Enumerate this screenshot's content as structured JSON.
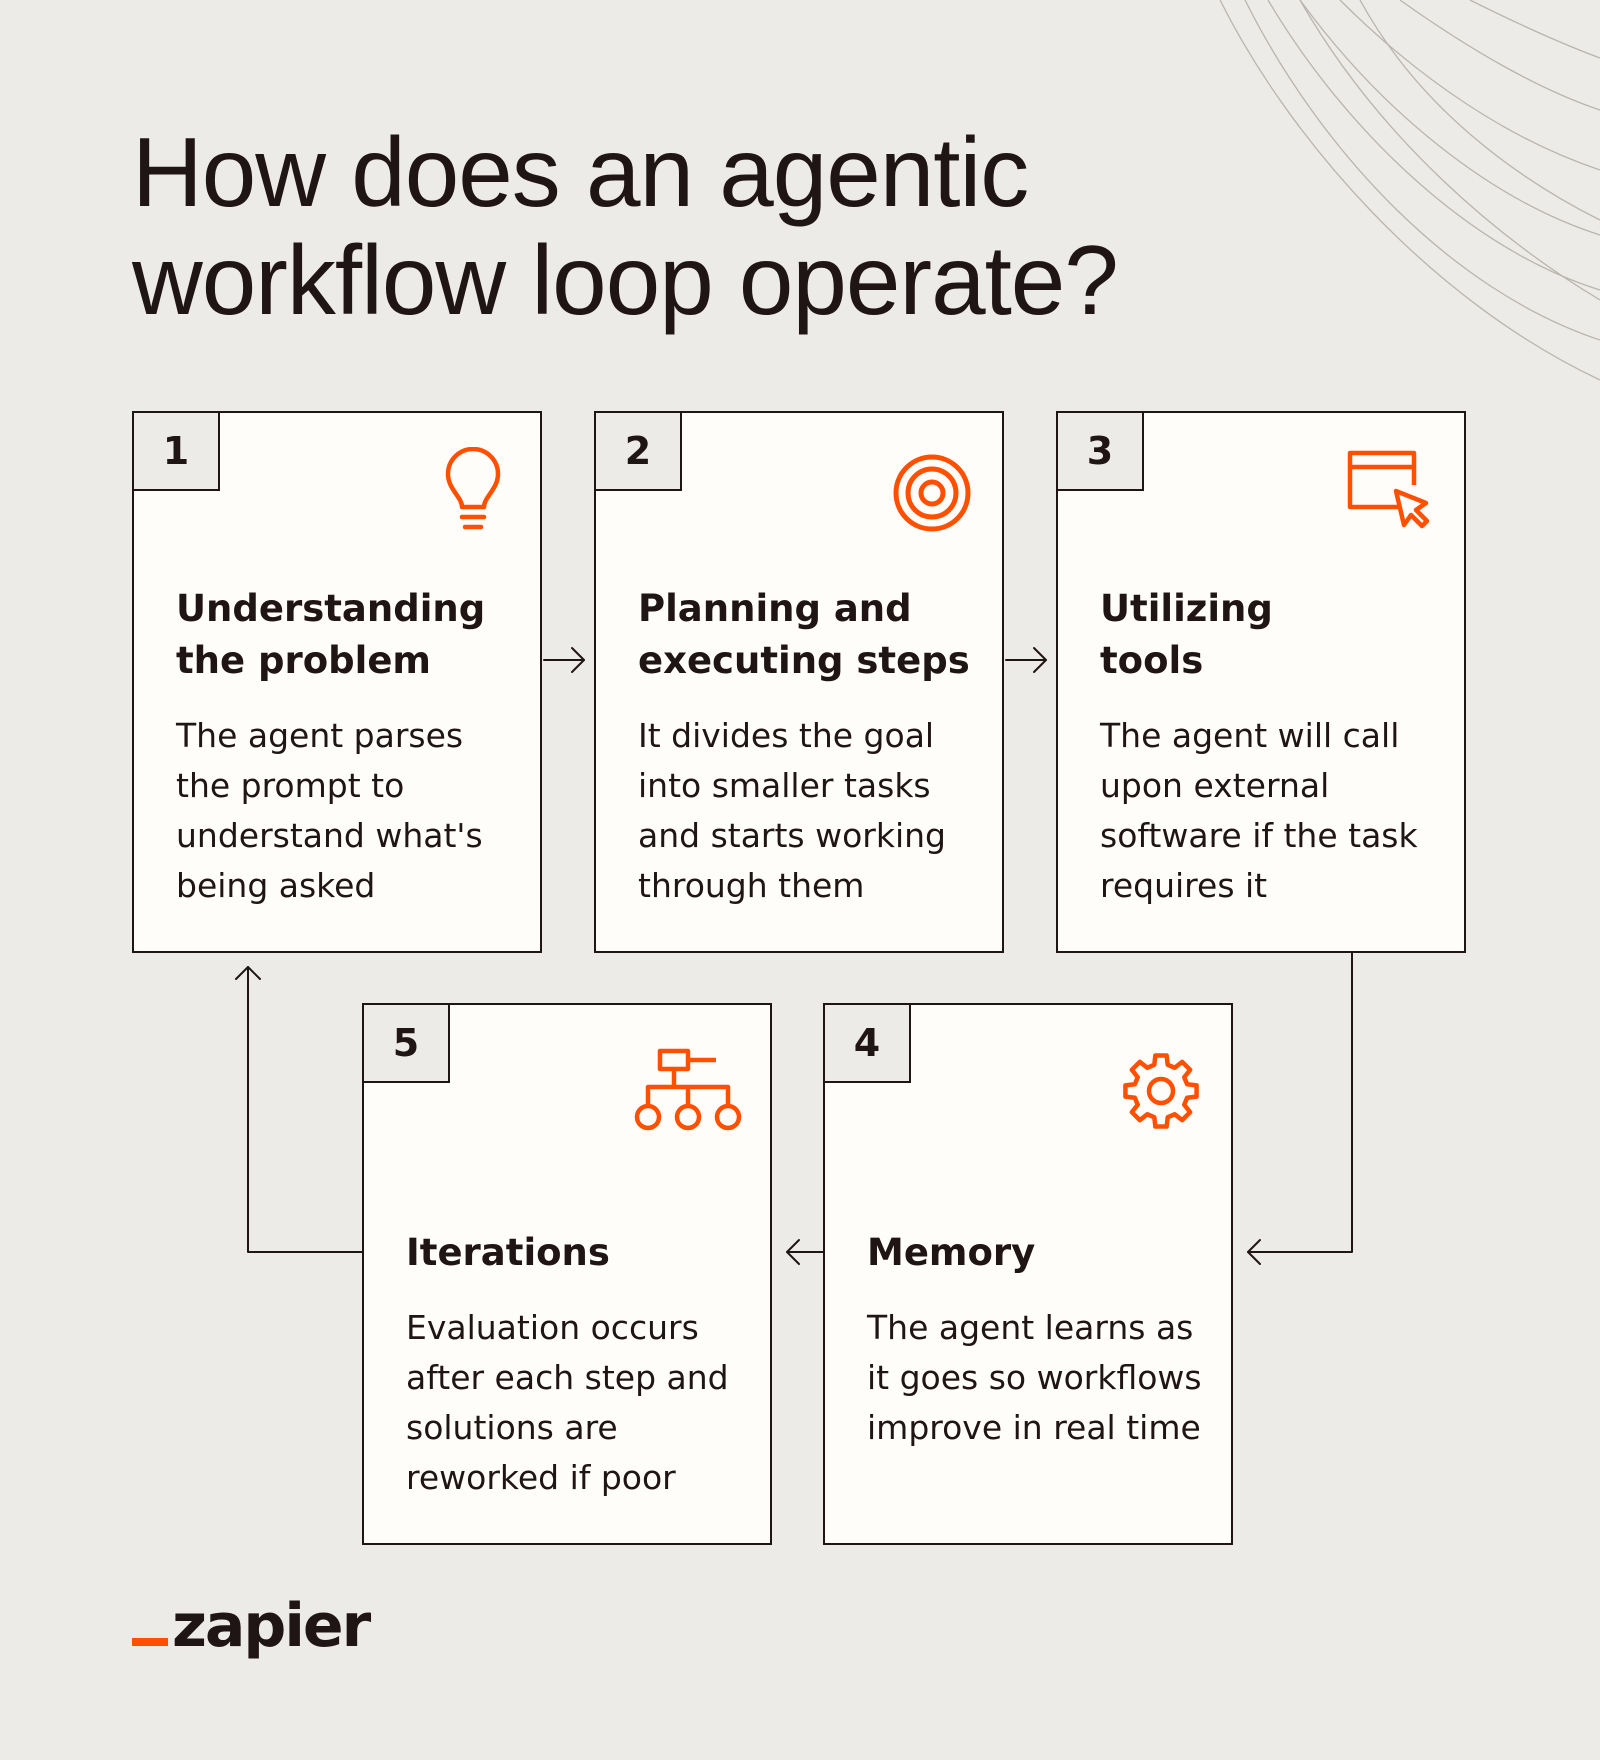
{
  "title": {
    "line1": "How does an agentic",
    "line2": "workflow loop operate?"
  },
  "steps": [
    {
      "number": "1",
      "heading_line1": "Understanding",
      "heading_line2": "the problem",
      "body": "The agent parses the prompt to understand what's being asked",
      "icon": "lightbulb-icon"
    },
    {
      "number": "2",
      "heading_line1": "Planning and",
      "heading_line2": "executing steps",
      "body": "It divides the goal into smaller tasks and starts working through them",
      "icon": "target-icon"
    },
    {
      "number": "3",
      "heading_line1": "Utilizing",
      "heading_line2": "tools",
      "body": "The agent will call upon external software if the task requires it",
      "icon": "browser-cursor-icon"
    },
    {
      "number": "4",
      "heading_line1": "Memory",
      "heading_line2": "",
      "body": "The agent learns as it goes so workflows improve in real time",
      "icon": "gear-icon"
    },
    {
      "number": "5",
      "heading_line1": "Iterations",
      "heading_line2": "",
      "body": "Evaluation occurs after each step and solutions are reworked if poor",
      "icon": "hierarchy-icon"
    }
  ],
  "logo": {
    "text": "zapier"
  },
  "colors": {
    "background": "#edebe7",
    "card": "#fffdf9",
    "ink": "#201515",
    "accent": "#ff4f00"
  }
}
